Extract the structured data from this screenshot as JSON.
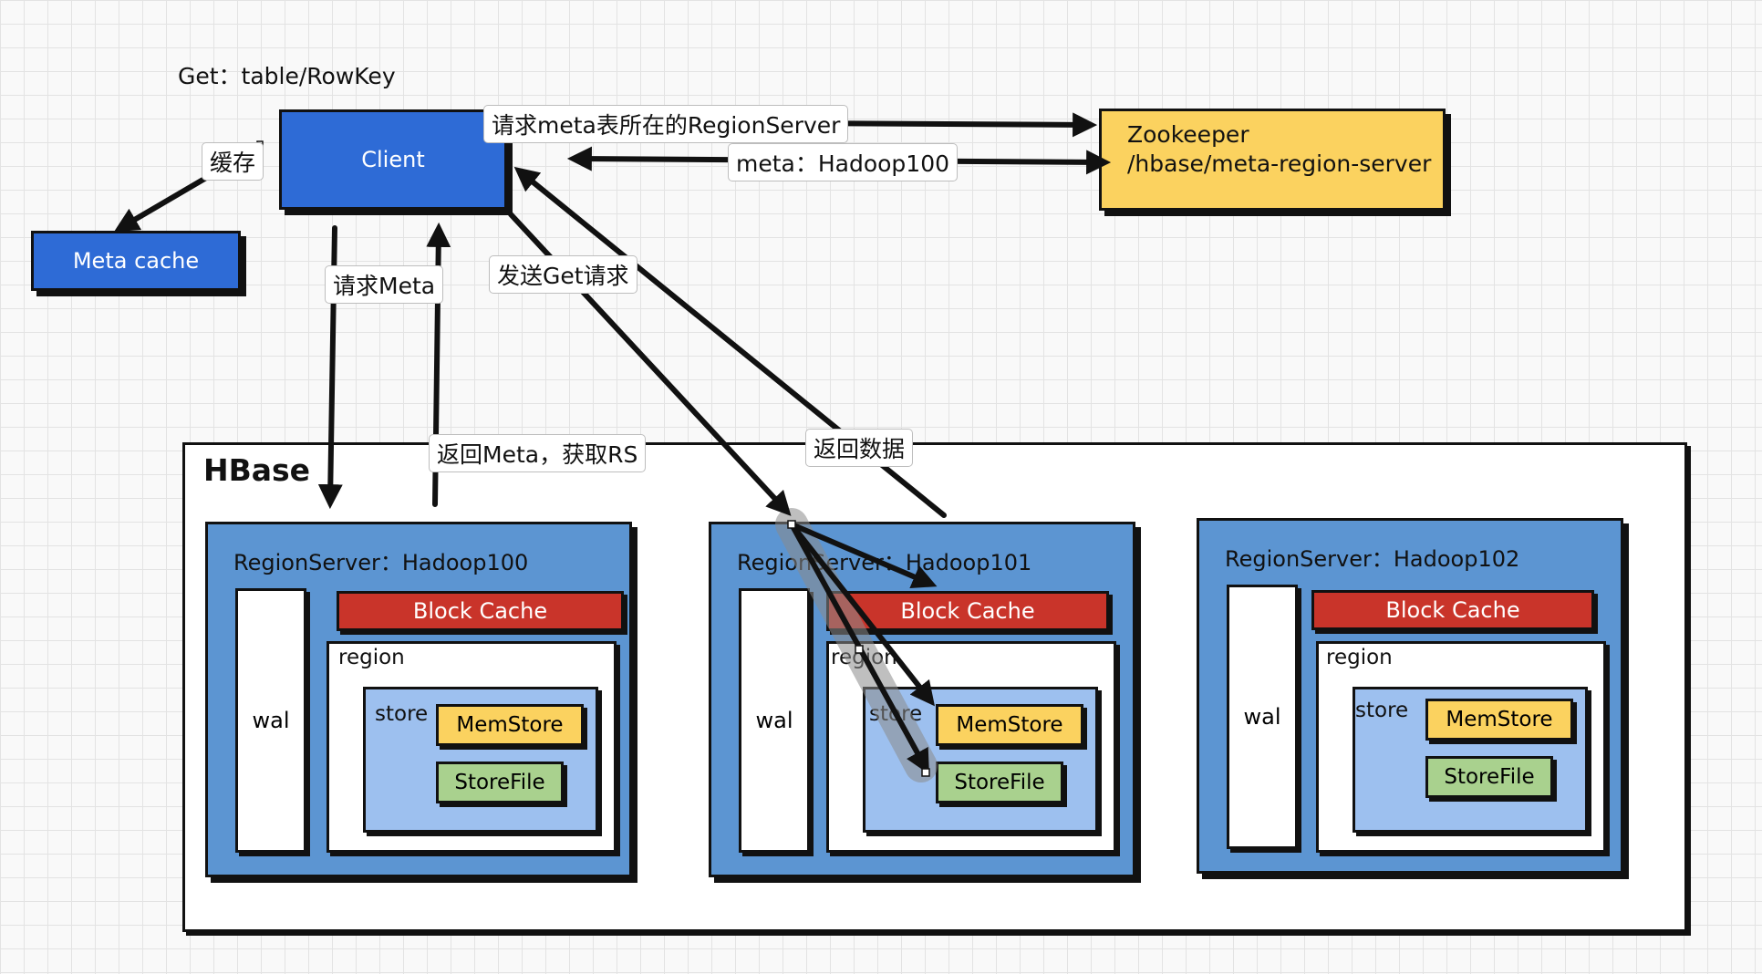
{
  "query": "Get：table/RowKey",
  "client": {
    "label": "Client"
  },
  "meta_cache": {
    "label": "Meta cache"
  },
  "zookeeper": {
    "line1": "Zookeeper",
    "line2": "/hbase/meta-region-server"
  },
  "edge_labels": {
    "cache": "缓存",
    "request_meta_server": "请求meta表所在的RegionServer",
    "meta_location": "meta：Hadoop100",
    "request_meta": "请求Meta",
    "return_meta": "返回Meta，获取RS",
    "send_get": "发送Get请求",
    "return_data": "返回数据"
  },
  "hbase": {
    "title": "HBase"
  },
  "region_servers": [
    {
      "name": "RegionServer：Hadoop100",
      "wal": "wal",
      "block_cache": "Block Cache",
      "region": "region",
      "store": "store",
      "memstore": "MemStore",
      "storefile": "StoreFile"
    },
    {
      "name": "RegionServer：Hadoop101",
      "wal": "wal",
      "block_cache": "Block Cache",
      "region": "region",
      "store": "store",
      "memstore": "MemStore",
      "storefile": "StoreFile"
    },
    {
      "name": "RegionServer：Hadoop102",
      "wal": "wal",
      "block_cache": "Block Cache",
      "region": "region",
      "store": "store",
      "memstore": "MemStore",
      "storefile": "StoreFile"
    }
  ],
  "colors": {
    "client": "#2e6bd6",
    "zookeeper": "#fbd25f",
    "region_server": "#5c95d2",
    "store": "#9dc0ef",
    "block_cache": "#c9342a",
    "memstore": "#fbd25f",
    "storefile": "#a9d18e"
  }
}
